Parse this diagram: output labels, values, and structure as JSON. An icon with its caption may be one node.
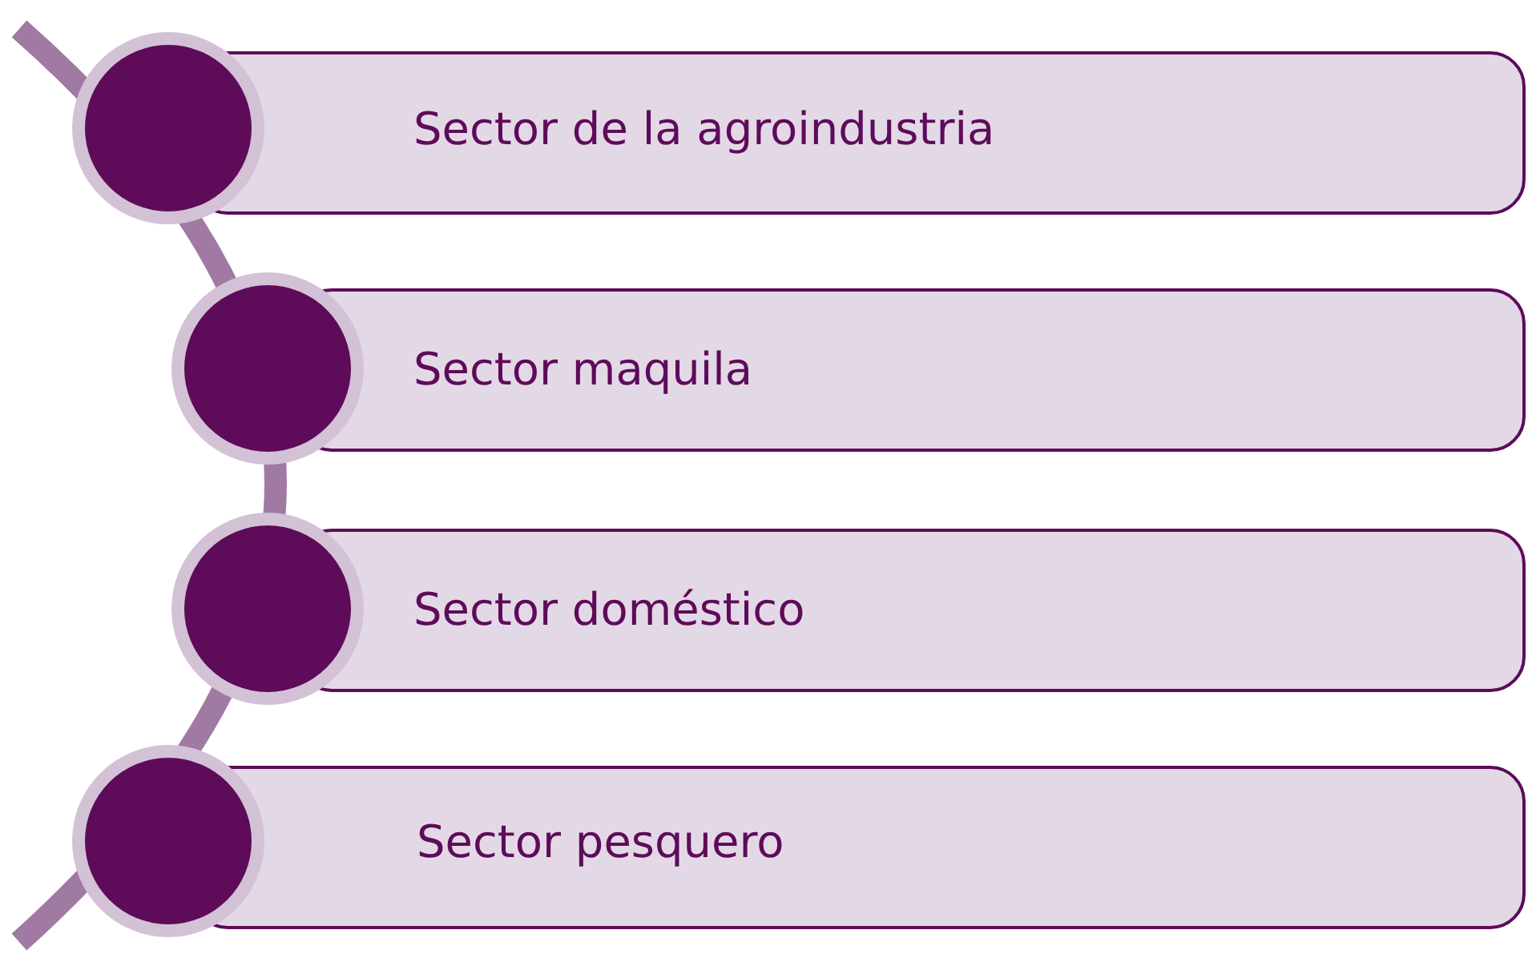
{
  "diagram": {
    "nodes": [
      {
        "text": [
          "Sector de la agroindustria"
        ]
      },
      {
        "text": [
          "Sector maquila"
        ]
      },
      {
        "text": [
          "Sector doméstico"
        ]
      },
      {
        "text": [
          "Sector pesquero"
        ]
      }
    ]
  }
}
